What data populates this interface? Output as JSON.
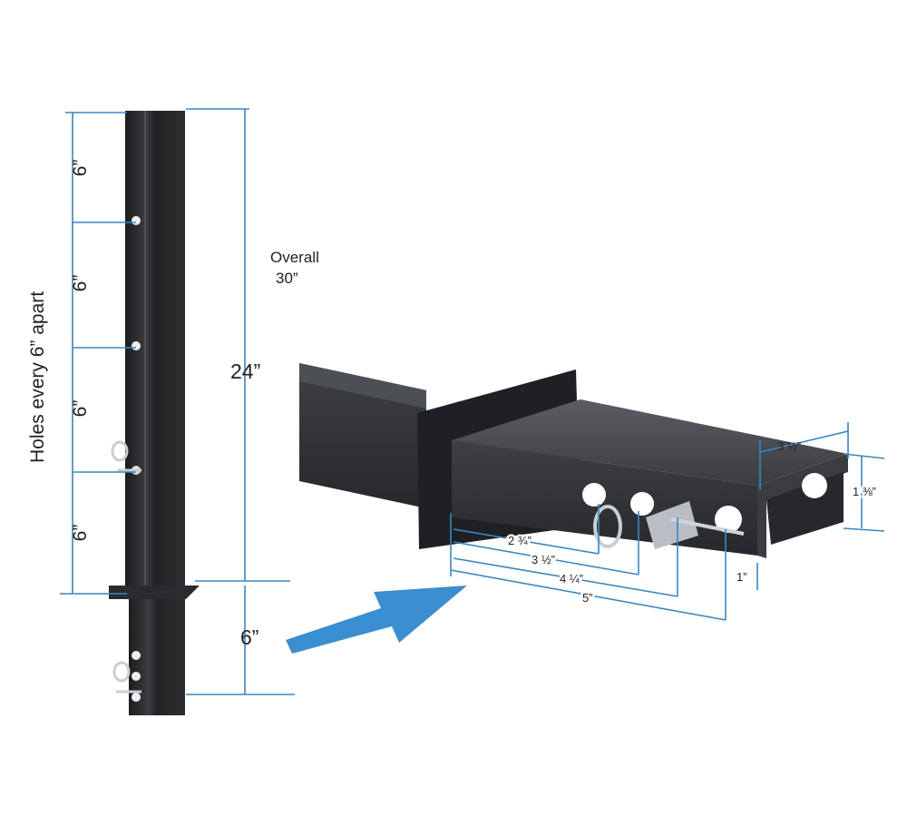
{
  "post": {
    "holes_label": "Holes every 6” apart",
    "spacing_labels": [
      "6”",
      "6”",
      "6”",
      "6”"
    ],
    "upper_length": "24”",
    "lower_length": "6”",
    "overall_label": "Overall",
    "overall_value": "30”"
  },
  "detail": {
    "hole_2": "2 ¾”",
    "hole_3": "3 ½”",
    "hole_4": "4 ¼”",
    "hole_5": "5”",
    "end_offset": "1”",
    "width": "3 ½”",
    "height": "1 ⅜”"
  },
  "colors": {
    "dimension": "#3a86c2",
    "arrow": "#3b8ed0",
    "steel": "#2b2d30"
  }
}
